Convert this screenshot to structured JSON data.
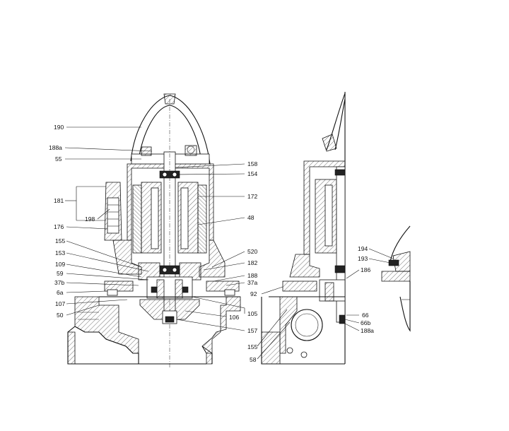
{
  "diagram": {
    "labels": [
      {
        "id": "l190",
        "text": "190"
      },
      {
        "id": "l188a",
        "text": "188a"
      },
      {
        "id": "l55",
        "text": "55"
      },
      {
        "id": "l181",
        "text": "181"
      },
      {
        "id": "l198",
        "text": "198"
      },
      {
        "id": "l176",
        "text": "176"
      },
      {
        "id": "l155a",
        "text": "155"
      },
      {
        "id": "l153",
        "text": "153"
      },
      {
        "id": "l109",
        "text": "109"
      },
      {
        "id": "l59",
        "text": "59"
      },
      {
        "id": "l37b",
        "text": "37b"
      },
      {
        "id": "l6a",
        "text": "6a"
      },
      {
        "id": "l107",
        "text": "107"
      },
      {
        "id": "l50",
        "text": "50"
      },
      {
        "id": "l158",
        "text": "158"
      },
      {
        "id": "l154",
        "text": "154"
      },
      {
        "id": "l172",
        "text": "172"
      },
      {
        "id": "l48",
        "text": "48"
      },
      {
        "id": "l520",
        "text": "520"
      },
      {
        "id": "l182",
        "text": "182"
      },
      {
        "id": "l188",
        "text": "188"
      },
      {
        "id": "l37a",
        "text": "37a"
      },
      {
        "id": "l105",
        "text": "105"
      },
      {
        "id": "l106",
        "text": "106"
      },
      {
        "id": "l157",
        "text": "157"
      },
      {
        "id": "l92",
        "text": "92"
      },
      {
        "id": "l155b",
        "text": "155"
      },
      {
        "id": "l58",
        "text": "58"
      },
      {
        "id": "l186",
        "text": "186"
      },
      {
        "id": "l66",
        "text": "66"
      },
      {
        "id": "l66b",
        "text": "66b"
      },
      {
        "id": "l188a2",
        "text": "188a"
      },
      {
        "id": "l194",
        "text": "194"
      },
      {
        "id": "l193",
        "text": "193"
      }
    ]
  }
}
